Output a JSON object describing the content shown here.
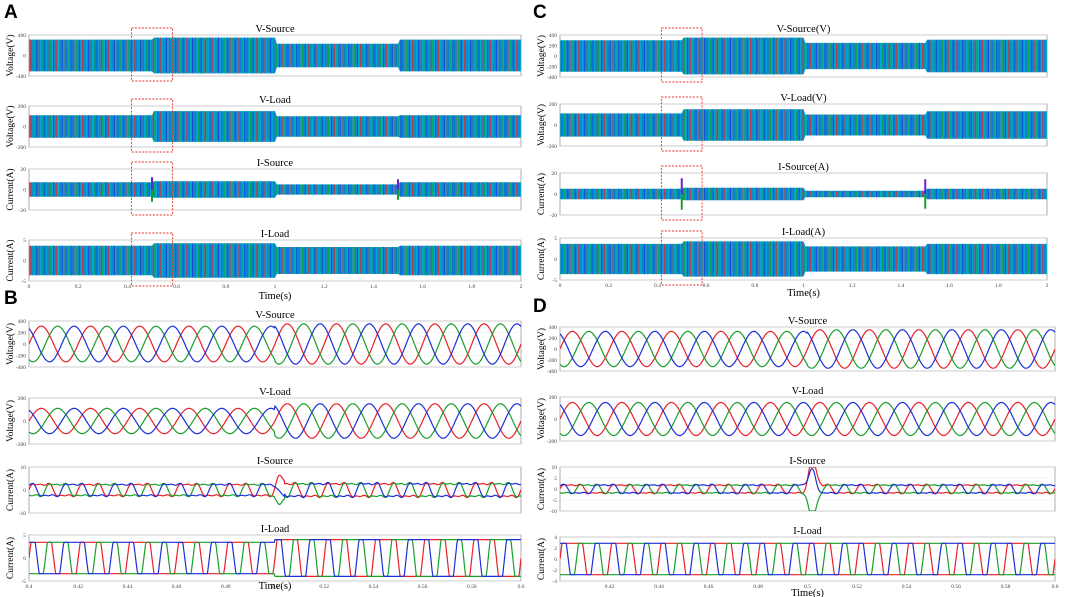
{
  "panel_letters": [
    "A",
    "B",
    "C",
    "D"
  ],
  "colors": {
    "phase_a": "#e8202a",
    "phase_b": "#1a9e2c",
    "phase_c": "#1d2fd6",
    "wave_fill_1": "#00a6d6",
    "wave_fill_2": "#1b4fd1",
    "highlight_box": "#e0302a"
  },
  "chart_data": [
    {
      "panel": "A",
      "type": "line",
      "xlabel": "Time(s)",
      "xlim": [
        0,
        2
      ],
      "xticks": [
        0,
        0.2,
        0.4,
        0.6,
        0.8,
        1,
        1.2,
        1.4,
        1.6,
        1.8,
        2
      ],
      "highlight_x": [
        0.4,
        0.6
      ],
      "subplots": [
        {
          "title": "V-Source",
          "ylabel": "Voltage(V)",
          "ylim": [
            -400,
            400
          ],
          "yticks": [
            -400,
            0,
            400
          ],
          "amplitude_segments": [
            {
              "x": [
                0,
                0.5
              ],
              "amp": 310
            },
            {
              "x": [
                0.5,
                1
              ],
              "amp": 350
            },
            {
              "x": [
                1,
                1.5
              ],
              "amp": 230
            },
            {
              "x": [
                1.5,
                2
              ],
              "amp": 310
            }
          ]
        },
        {
          "title": "V-Load",
          "ylabel": "Voltage(V)",
          "ylim": [
            -200,
            200
          ],
          "yticks": [
            -200,
            0,
            200
          ],
          "amplitude_segments": [
            {
              "x": [
                0,
                0.5
              ],
              "amp": 110
            },
            {
              "x": [
                0.5,
                1
              ],
              "amp": 150
            },
            {
              "x": [
                1,
                1.5
              ],
              "amp": 100
            },
            {
              "x": [
                1.5,
                2
              ],
              "amp": 110
            }
          ]
        },
        {
          "title": "I-Source",
          "ylabel": "Current(A)",
          "ylim": [
            -20,
            20
          ],
          "yticks": [
            -20,
            0,
            20
          ],
          "amplitude_segments": [
            {
              "x": [
                0,
                0.5
              ],
              "amp": 7
            },
            {
              "x": [
                0.5,
                1
              ],
              "amp": 8
            },
            {
              "x": [
                1,
                1.5
              ],
              "amp": 5
            },
            {
              "x": [
                1.5,
                2
              ],
              "amp": 7
            }
          ],
          "spikes": [
            {
              "x": 0.5,
              "amp": 12
            },
            {
              "x": 1.5,
              "amp": 10
            }
          ]
        },
        {
          "title": "I-Load",
          "ylabel": "Current(A)",
          "ylim": [
            -5,
            5
          ],
          "yticks": [
            -5,
            0,
            5
          ],
          "amplitude_segments": [
            {
              "x": [
                0,
                0.5
              ],
              "amp": 3.6
            },
            {
              "x": [
                0.5,
                1
              ],
              "amp": 4.2
            },
            {
              "x": [
                1,
                1.5
              ],
              "amp": 3.3
            },
            {
              "x": [
                1.5,
                2
              ],
              "amp": 3.6
            }
          ]
        }
      ]
    },
    {
      "panel": "B",
      "type": "line",
      "xlabel": "Time(s)",
      "xlim": [
        0.4,
        0.6
      ],
      "xticks": [
        0.4,
        0.42,
        0.44,
        0.46,
        0.48,
        0.5,
        0.52,
        0.54,
        0.56,
        0.58,
        0.6
      ],
      "frequency_hz": 50,
      "disturbance_x": 0.5,
      "subplots": [
        {
          "title": "V-Source",
          "ylabel": "Voltage(V)",
          "ylim": [
            -400,
            400
          ],
          "yticks": [
            -400,
            -200,
            0,
            200,
            400
          ],
          "waveform": "sine",
          "amplitude_before": 310,
          "amplitude_after": 350
        },
        {
          "title": "V-Load",
          "ylabel": "Voltage(V)",
          "ylim": [
            -200,
            200
          ],
          "yticks": [
            -200,
            0,
            200
          ],
          "waveform": "sine",
          "amplitude_before": 110,
          "amplitude_after": 150
        },
        {
          "title": "I-Source",
          "ylabel": "Current(A)",
          "ylim": [
            -10,
            10
          ],
          "yticks": [
            -10,
            0,
            10
          ],
          "waveform": "distorted",
          "amplitude_before": 4,
          "amplitude_after": 4.5
        },
        {
          "title": "I-Load",
          "ylabel": "Current(A)",
          "ylim": [
            -5,
            5
          ],
          "yticks": [
            -5,
            0,
            5
          ],
          "waveform": "square",
          "amplitude_before": 3.6,
          "amplitude_after": 4.2
        }
      ]
    },
    {
      "panel": "C",
      "type": "line",
      "xlabel": "Time(s)",
      "xlim": [
        0,
        2
      ],
      "xticks": [
        0,
        0.2,
        0.4,
        0.6,
        0.8,
        1,
        1.2,
        1.4,
        1.6,
        1.8,
        2
      ],
      "highlight_x": [
        0.4,
        0.6
      ],
      "subplots": [
        {
          "title": "V-Source(V)",
          "ylabel": "Voltage(V)",
          "ylim": [
            -400,
            400
          ],
          "yticks": [
            -400,
            -200,
            0,
            200,
            400
          ],
          "amplitude_segments": [
            {
              "x": [
                0,
                0.5
              ],
              "amp": 300
            },
            {
              "x": [
                0.5,
                1
              ],
              "amp": 350
            },
            {
              "x": [
                1,
                1.5
              ],
              "amp": 250
            },
            {
              "x": [
                1.5,
                2
              ],
              "amp": 310
            }
          ]
        },
        {
          "title": "V-Load(V)",
          "ylabel": "Voltage(V)",
          "ylim": [
            -200,
            200
          ],
          "yticks": [
            -200,
            0,
            200
          ],
          "amplitude_segments": [
            {
              "x": [
                0,
                0.5
              ],
              "amp": 110
            },
            {
              "x": [
                0.5,
                1
              ],
              "amp": 150
            },
            {
              "x": [
                1,
                1.5
              ],
              "amp": 100
            },
            {
              "x": [
                1.5,
                2
              ],
              "amp": 130
            }
          ]
        },
        {
          "title": "I-Source(A)",
          "ylabel": "Current(A)",
          "ylim": [
            -20,
            20
          ],
          "yticks": [
            -20,
            0,
            20
          ],
          "amplitude_segments": [
            {
              "x": [
                0,
                0.5
              ],
              "amp": 5
            },
            {
              "x": [
                0.5,
                1
              ],
              "amp": 6
            },
            {
              "x": [
                1,
                1.5
              ],
              "amp": 3
            },
            {
              "x": [
                1.5,
                2
              ],
              "amp": 5
            }
          ],
          "spikes": [
            {
              "x": 0.5,
              "amp": 15
            },
            {
              "x": 1.5,
              "amp": 14
            }
          ]
        },
        {
          "title": "I-Load(A)",
          "ylabel": "Current(A)",
          "ylim": [
            -5,
            5
          ],
          "yticks": [
            -5,
            0,
            5
          ],
          "amplitude_segments": [
            {
              "x": [
                0,
                0.5
              ],
              "amp": 3.6
            },
            {
              "x": [
                0.5,
                1
              ],
              "amp": 4.2
            },
            {
              "x": [
                1,
                1.5
              ],
              "amp": 3
            },
            {
              "x": [
                1.5,
                2
              ],
              "amp": 3.6
            }
          ]
        }
      ]
    },
    {
      "panel": "D",
      "type": "line",
      "xlabel": "Time(s)",
      "xlim": [
        0.4,
        0.6
      ],
      "xticks": [
        0.42,
        0.44,
        0.46,
        0.48,
        0.5,
        0.52,
        0.54,
        0.56,
        0.58,
        0.6
      ],
      "frequency_hz": 50,
      "disturbance_x": 0.5,
      "subplots": [
        {
          "title": "V-Source",
          "ylabel": "Voltage(V)",
          "ylim": [
            -400,
            400
          ],
          "yticks": [
            -400,
            -200,
            0,
            200,
            400
          ],
          "waveform": "sine",
          "amplitude_before": 320,
          "amplitude_after": 350
        },
        {
          "title": "V-Load",
          "ylabel": "Voltage(V)",
          "ylim": [
            -200,
            200
          ],
          "yticks": [
            -200,
            0,
            200
          ],
          "waveform": "sine",
          "amplitude_before": 150,
          "amplitude_after": 150
        },
        {
          "title": "I-Source",
          "ylabel": "Current(A)",
          "ylim": [
            -10,
            10
          ],
          "yticks": [
            -10,
            -5,
            0,
            5,
            10
          ],
          "waveform": "distorted",
          "amplitude_before": 3,
          "amplitude_after": 3,
          "transient_peak": 12
        },
        {
          "title": "I-Load",
          "ylabel": "Current(A)",
          "ylim": [
            -4,
            4
          ],
          "yticks": [
            -4,
            -2,
            0,
            2,
            4
          ],
          "waveform": "square",
          "amplitude_before": 3,
          "amplitude_after": 3
        }
      ]
    }
  ]
}
